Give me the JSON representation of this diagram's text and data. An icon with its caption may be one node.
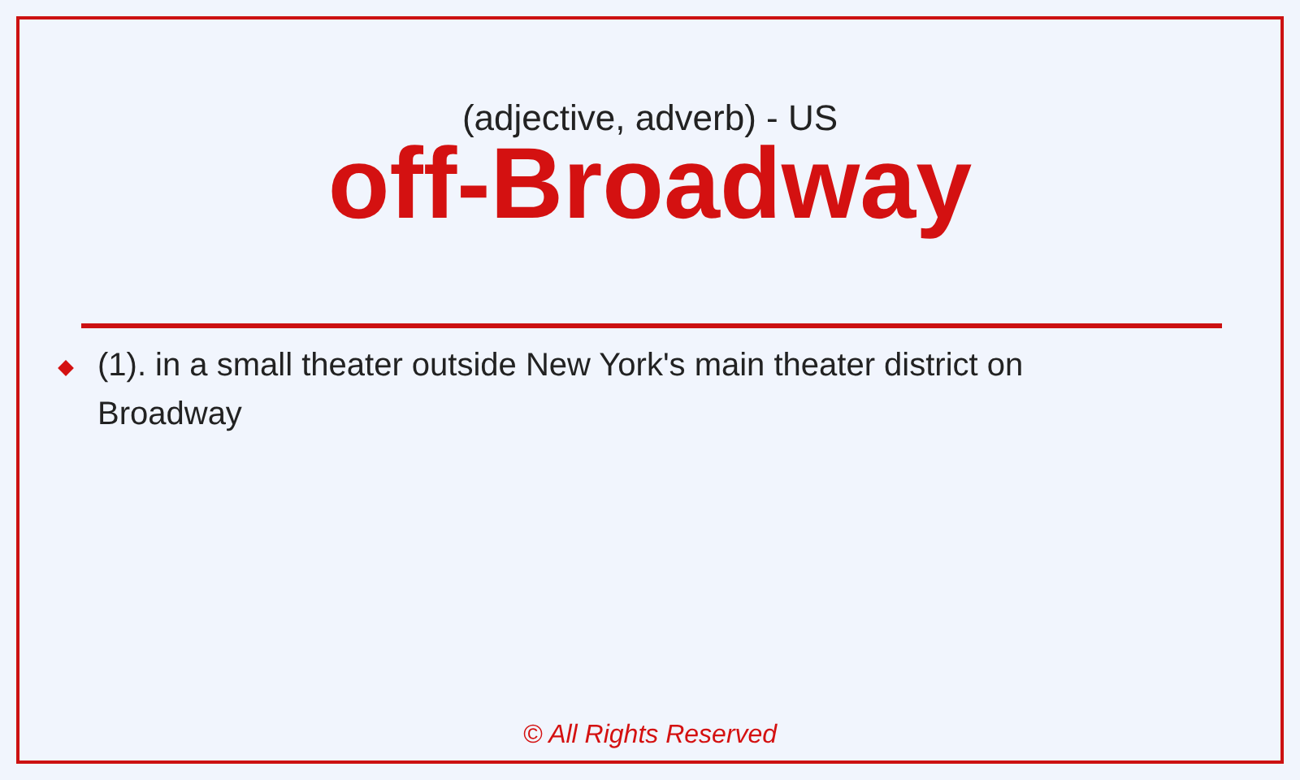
{
  "diagram": {
    "title": "off-Broadway",
    "labels": [
      "(adjective, adverb) - US",
      "(1). in a small theater outside New York's main theater district on Broadway",
      "© All Rights Reserved"
    ]
  }
}
